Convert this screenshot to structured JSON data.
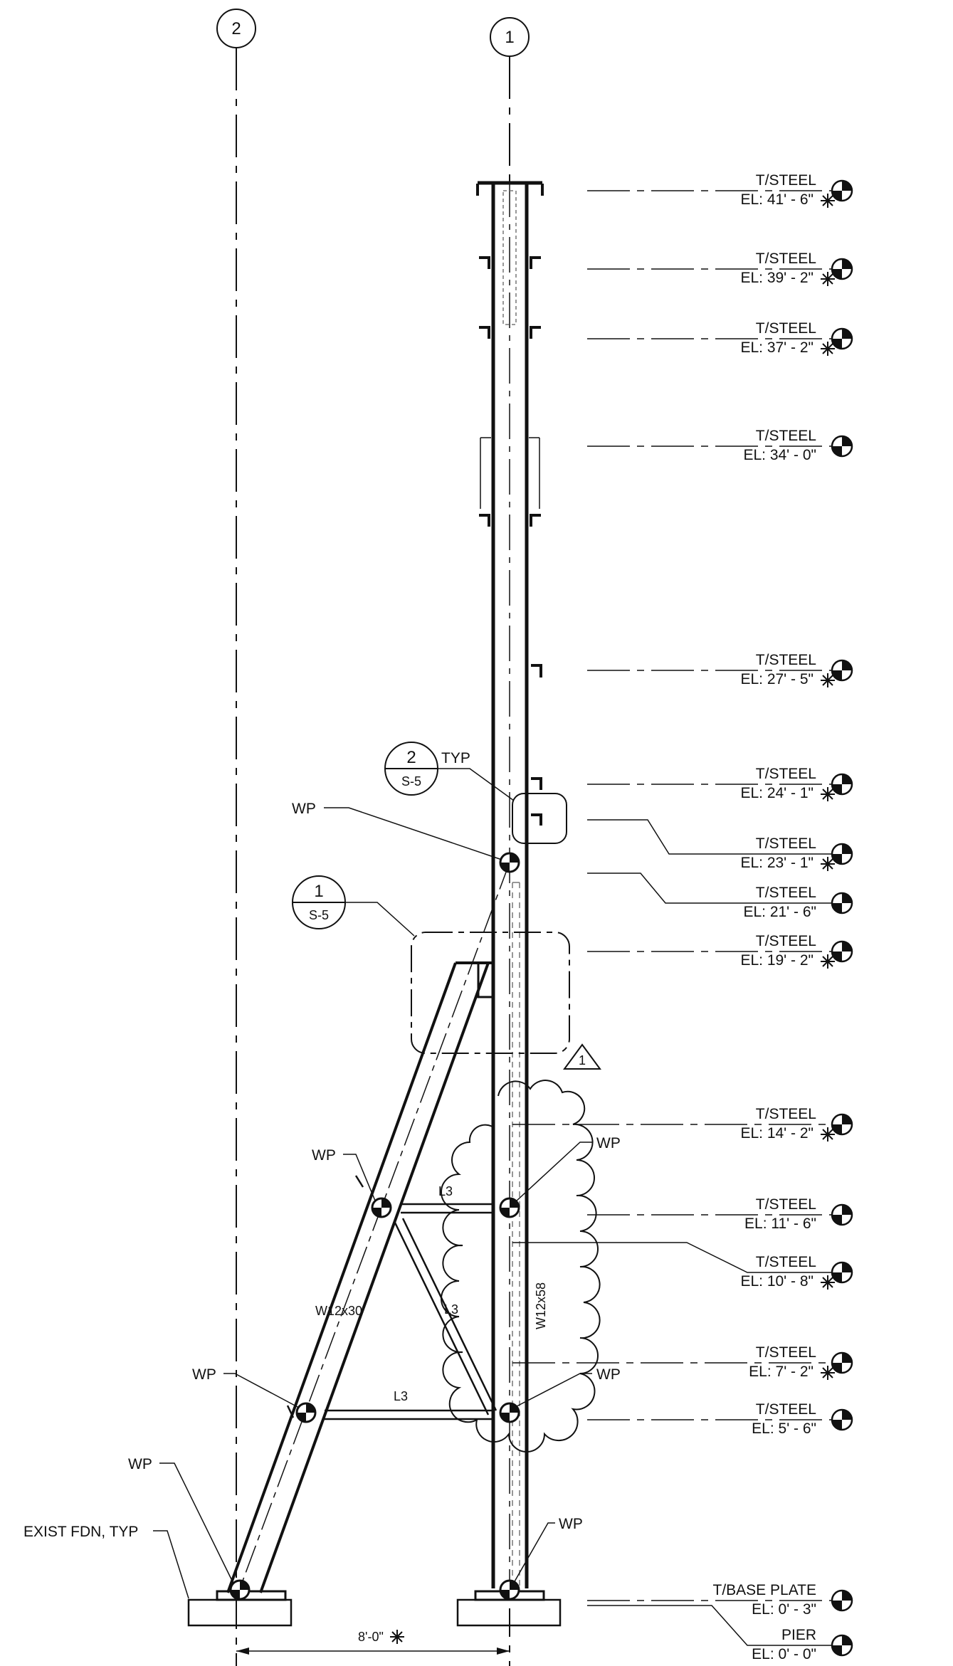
{
  "grid_lines": [
    {
      "label": "2"
    },
    {
      "label": "1"
    }
  ],
  "elevation_markers": [
    {
      "top": "T/STEEL",
      "bottom": "EL: 41' - 6\"",
      "revised": true
    },
    {
      "top": "T/STEEL",
      "bottom": "EL: 39' - 2\"",
      "revised": true
    },
    {
      "top": "T/STEEL",
      "bottom": "EL: 37' - 2\"",
      "revised": true
    },
    {
      "top": "T/STEEL",
      "bottom": "EL: 34' - 0\"",
      "revised": false
    },
    {
      "top": "T/STEEL",
      "bottom": "EL: 27' - 5\"",
      "revised": true
    },
    {
      "top": "T/STEEL",
      "bottom": "EL: 24' - 1\"",
      "revised": true
    },
    {
      "top": "T/STEEL",
      "bottom": "EL: 23' - 1\"",
      "revised": true
    },
    {
      "top": "T/STEEL",
      "bottom": "EL: 21' - 6\"",
      "revised": false
    },
    {
      "top": "T/STEEL",
      "bottom": "EL: 19' - 2\"",
      "revised": true
    },
    {
      "top": "T/STEEL",
      "bottom": "EL: 14' - 2\"",
      "revised": true
    },
    {
      "top": "T/STEEL",
      "bottom": "EL: 11' - 6\"",
      "revised": false
    },
    {
      "top": "T/STEEL",
      "bottom": "EL: 10' - 8\"",
      "revised": true
    },
    {
      "top": "T/STEEL",
      "bottom": "EL: 7' - 2\"",
      "revised": true
    },
    {
      "top": "T/STEEL",
      "bottom": "EL: 5' - 6\"",
      "revised": false
    },
    {
      "top": "T/BASE PLATE",
      "bottom": "EL: 0' - 3\"",
      "revised": false
    },
    {
      "top": "PIER",
      "bottom": "EL: 0' - 0\"",
      "revised": false
    }
  ],
  "detail_callouts": [
    {
      "number": "2",
      "sheet": "S-5",
      "note": "TYP"
    },
    {
      "number": "1",
      "sheet": "S-5",
      "note": ""
    }
  ],
  "revision_tag": "1",
  "labels": {
    "wp": "WP",
    "exist_fdn": "EXIST FDN, TYP",
    "l3": "L3",
    "brace_member": "W12x30",
    "column_member": "W12x58",
    "dimension": "8'-0\""
  },
  "colors": {
    "line": "#111111",
    "hidden": "#777777"
  }
}
